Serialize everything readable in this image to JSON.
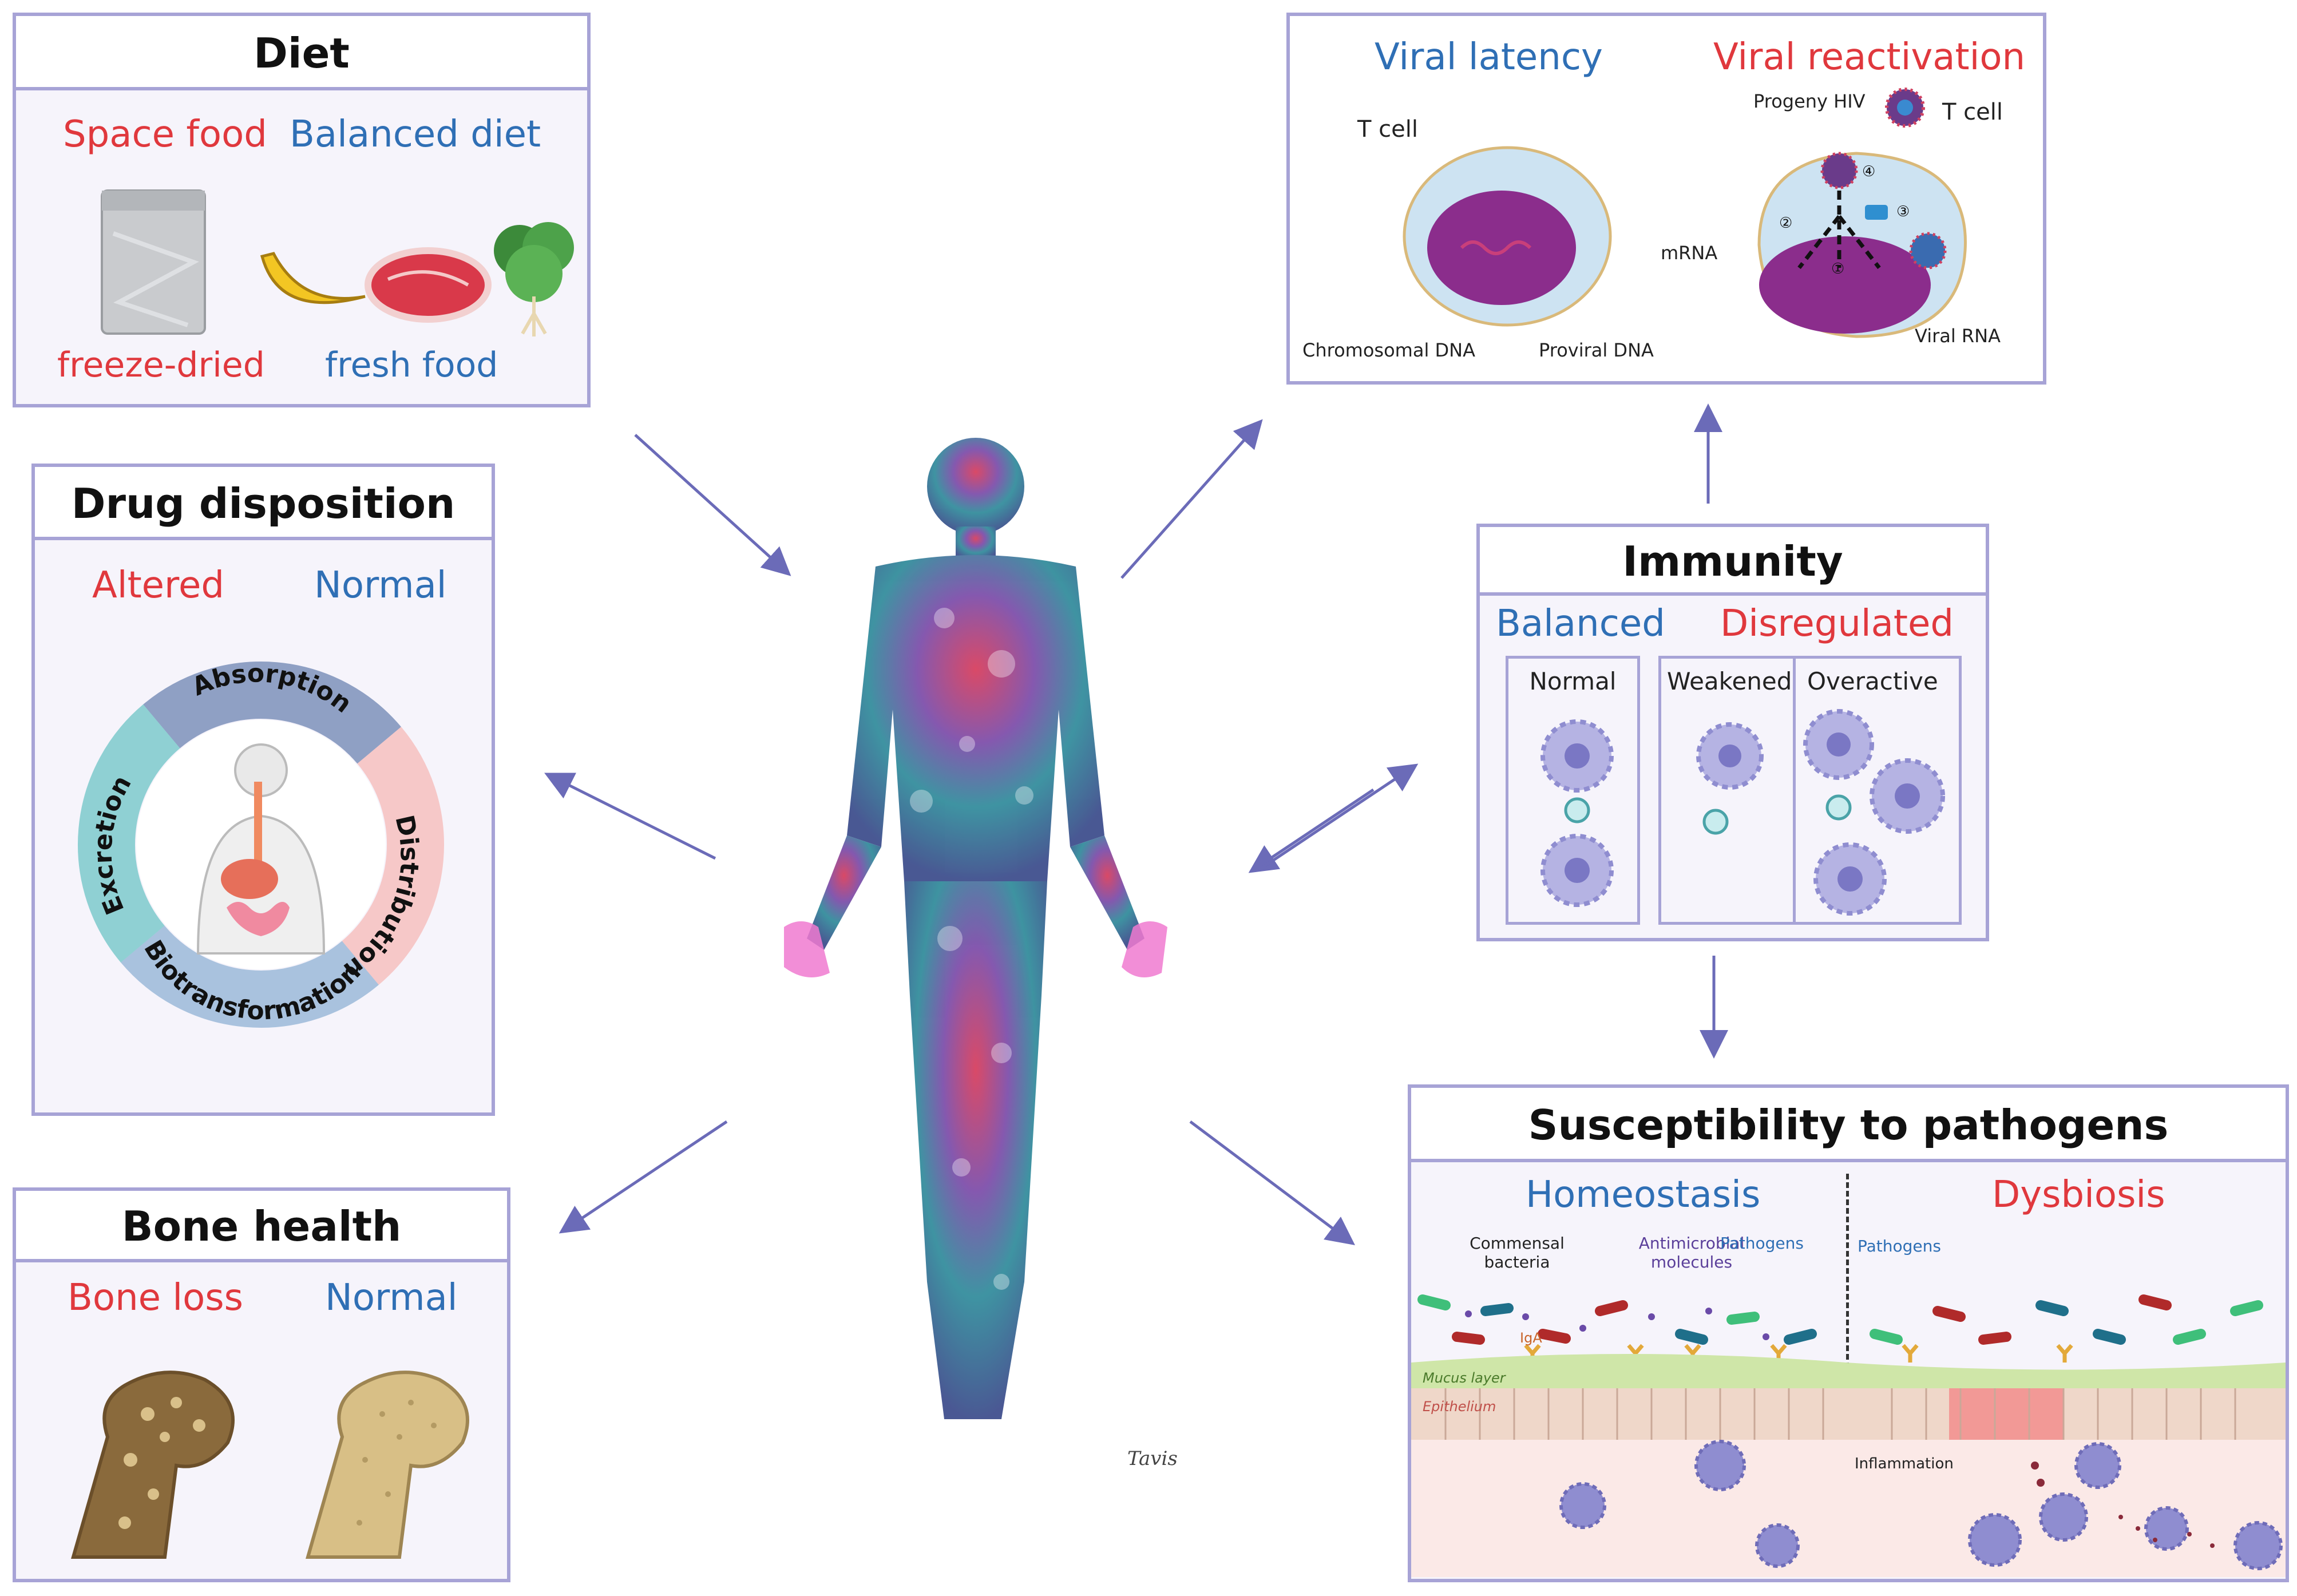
{
  "diet": {
    "title": "Diet",
    "left_heading": "Space food",
    "right_heading": "Balanced diet",
    "left_caption": "freeze-dried",
    "right_caption": "fresh food"
  },
  "drug": {
    "title": "Drug disposition",
    "left_heading": "Altered",
    "right_heading": "Normal",
    "phases": [
      "Absorption",
      "Distribution",
      "Biotransformation",
      "Excretion"
    ]
  },
  "bone": {
    "title": "Bone health",
    "left_heading": "Bone loss",
    "right_heading": "Normal"
  },
  "viral": {
    "latency_heading": "Viral latency",
    "reactivation_heading": "Viral reactivation",
    "t_cell_left": "T cell",
    "t_cell_right": "T cell",
    "progeny": "Progeny HIV",
    "mrna": "mRNA",
    "chromosomal": "Chromosomal DNA",
    "proviral": "Proviral DNA",
    "viral_rna": "Viral RNA",
    "steps": [
      "①",
      "②",
      "③",
      "④"
    ]
  },
  "immunity": {
    "title": "Immunity",
    "balanced": "Balanced",
    "disregulated": "Disregulated",
    "normal": "Normal",
    "weakened": "Weakened",
    "overactive": "Overactive"
  },
  "susceptibility": {
    "title": "Susceptibility to pathogens",
    "homeostasis": "Homeostasis",
    "dysbiosis": "Dysbiosis",
    "commensal": "Commensal bacteria",
    "antimicrobial": "Antimicrobial molecules",
    "pathogens_left": "Pathogens",
    "pathogens_right": "Pathogens",
    "iga": "IgA",
    "mucus": "Mucus layer",
    "epithelium": "Epithelium",
    "inflammation": "Inflammation"
  },
  "figure": {
    "signature": "Tavis"
  },
  "colors": {
    "panel_border": "#a7a3d6",
    "panel_fill": "#f6f4fb",
    "arrow": "#6b6bb8",
    "red": "#e0383d",
    "blue": "#2f6fb5"
  }
}
